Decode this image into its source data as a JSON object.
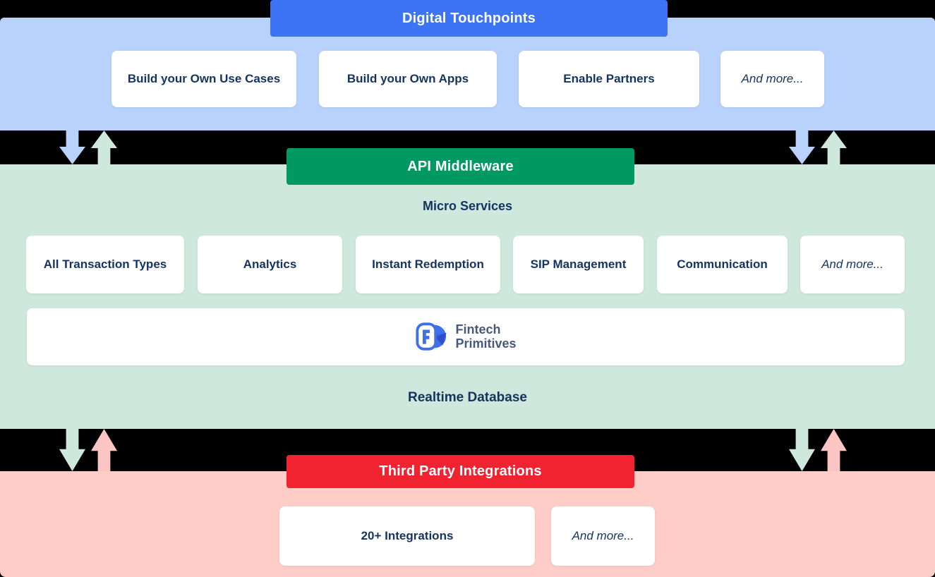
{
  "colors": {
    "background": "#000000",
    "touchpoints_panel": "#b9d2fb",
    "touchpoints_banner": "#3d73f5",
    "middleware_panel": "#cfe8dd",
    "middleware_banner": "#009964",
    "integrations_panel": "#ffcdc8",
    "integrations_banner": "#f12330",
    "card_background": "#ffffff",
    "card_text": "#14335e",
    "arrow_blue": "#b9d2fb",
    "arrow_green": "#cfe8dd",
    "arrow_pink": "#fac5c2",
    "logo_blue": "#3f6fea",
    "logo_text_color": "#47587a"
  },
  "layers": {
    "digital_touchpoints": {
      "banner": "Digital Touchpoints",
      "cards": [
        "Build your Own Use Cases",
        "Build your Own Apps",
        "Enable Partners",
        "And more..."
      ]
    },
    "api_middleware": {
      "banner": "API Middleware",
      "subtitle": "Micro Services",
      "cards": [
        "All Transaction Types",
        "Analytics",
        "Instant Redemption",
        "SIP Management",
        "Communication",
        "And more..."
      ],
      "logo": {
        "line1": "Fintech",
        "line2": "Primitives"
      },
      "footer": "Realtime Database"
    },
    "third_party_integrations": {
      "banner": "Third Party Integrations",
      "cards": [
        "20+ Integrations",
        "And more..."
      ]
    }
  }
}
